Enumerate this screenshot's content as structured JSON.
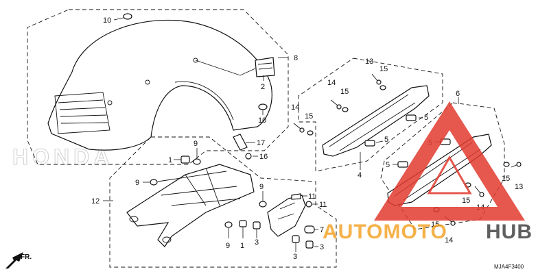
{
  "diagram": {
    "code": "MJA4F3400",
    "direction_label": "FR.",
    "background_brand": "HONDA",
    "callouts": [
      {
        "id": "c10a",
        "text": "10"
      },
      {
        "id": "c8",
        "text": "8"
      },
      {
        "id": "c2",
        "text": "2"
      },
      {
        "id": "c10b",
        "text": "10"
      },
      {
        "id": "c17",
        "text": "17"
      },
      {
        "id": "c16",
        "text": "16"
      },
      {
        "id": "c1a",
        "text": "1"
      },
      {
        "id": "c9a",
        "text": "9"
      },
      {
        "id": "c9b",
        "text": "9"
      },
      {
        "id": "c9c",
        "text": "9"
      },
      {
        "id": "c12",
        "text": "12"
      },
      {
        "id": "c11a",
        "text": "11"
      },
      {
        "id": "c11b",
        "text": "11"
      },
      {
        "id": "c9d",
        "text": "9"
      },
      {
        "id": "c1b",
        "text": "1"
      },
      {
        "id": "c3a",
        "text": "3"
      },
      {
        "id": "c7",
        "text": "7"
      },
      {
        "id": "c3b",
        "text": "3"
      },
      {
        "id": "c3c",
        "text": "3"
      },
      {
        "id": "c13a",
        "text": "13"
      },
      {
        "id": "c15a",
        "text": "15"
      },
      {
        "id": "c14a",
        "text": "14"
      },
      {
        "id": "c15b",
        "text": "15"
      },
      {
        "id": "c14b",
        "text": "14"
      },
      {
        "id": "c15c",
        "text": "15"
      },
      {
        "id": "c5a",
        "text": "5"
      },
      {
        "id": "c5b",
        "text": "5"
      },
      {
        "id": "c5c",
        "text": "5"
      },
      {
        "id": "c5d",
        "text": "5"
      },
      {
        "id": "c4",
        "text": "4"
      },
      {
        "id": "c6",
        "text": "6"
      },
      {
        "id": "c15d",
        "text": "15"
      },
      {
        "id": "c13b",
        "text": "13"
      },
      {
        "id": "c15e",
        "text": "15"
      },
      {
        "id": "c14c",
        "text": "14"
      },
      {
        "id": "c15f",
        "text": "15"
      },
      {
        "id": "c14d",
        "text": "14"
      }
    ]
  },
  "watermark": {
    "part1": "AUTOMOTO",
    "part2": "HUB",
    "color_primary": "#f4a42a",
    "color_secondary": "#444444",
    "triangle_color": "#e23a2e"
  }
}
